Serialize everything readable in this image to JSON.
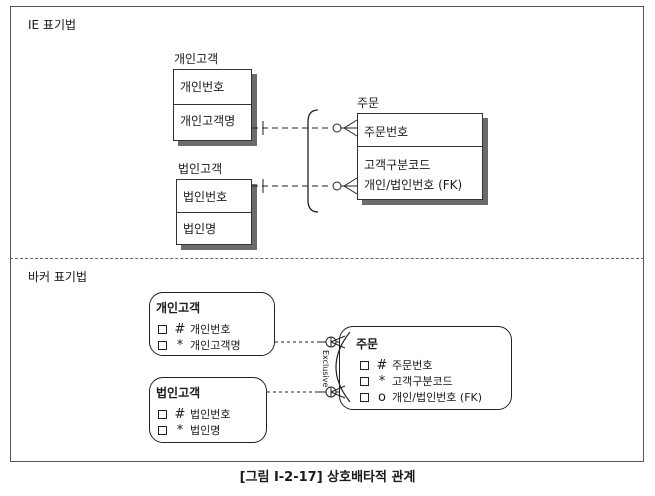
{
  "ie": {
    "title": "IE 표기법",
    "personal": {
      "name": "개인고객",
      "key": "개인번호",
      "attr": "개인고객명"
    },
    "corporate": {
      "name": "법인고객",
      "key": "법인번호",
      "attr": "법인명"
    },
    "order": {
      "name": "주문",
      "key": "주문번호",
      "attr1": "고객구분코드",
      "attr2": "개인/법인번호 (FK)"
    }
  },
  "barker": {
    "title": "바커 표기법",
    "personal": {
      "name": "개인고객",
      "attrs": [
        {
          "mark": "#",
          "text": "개인번호"
        },
        {
          "mark": "*",
          "text": "개인고객명"
        }
      ]
    },
    "corporate": {
      "name": "법인고객",
      "attrs": [
        {
          "mark": "#",
          "text": "법인번호"
        },
        {
          "mark": "*",
          "text": "법인명"
        }
      ]
    },
    "order": {
      "name": "주문",
      "attrs": [
        {
          "mark": "#",
          "text": "주문번호"
        },
        {
          "mark": "*",
          "text": "고객구분코드"
        },
        {
          "mark": "o",
          "text": "개인/법인번호 (FK)"
        }
      ]
    },
    "arc_label": "Exclusive"
  },
  "caption": "[그림 Ⅰ-2-17] 상호배타적 관계"
}
